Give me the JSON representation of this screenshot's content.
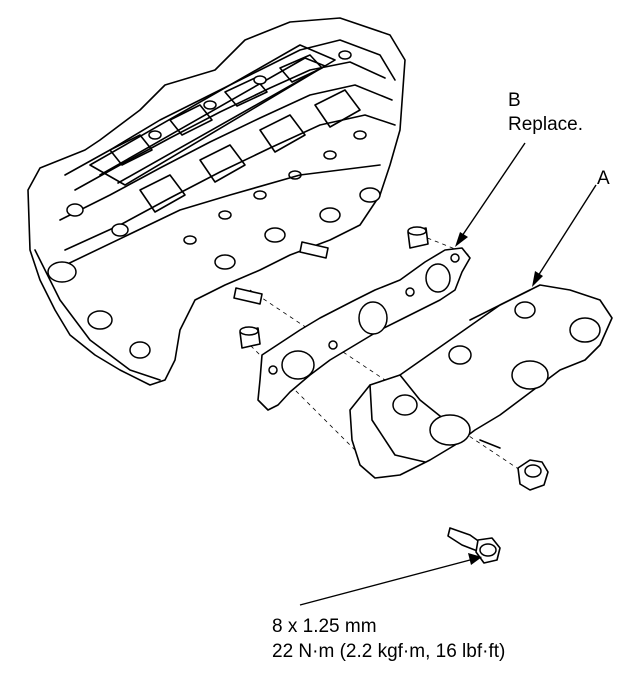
{
  "labels": {
    "part_b_letter": "B",
    "part_b_note": "Replace.",
    "part_a_letter": "A",
    "bolt_size": "8 x 1.25 mm",
    "bolt_torque": "22 N·m (2.2 kgf·m, 16 lbf·ft)"
  },
  "parts": {
    "cylinder_head": "cylinder-head",
    "gasket": "intake-manifold-gasket",
    "manifold": "intake-manifold",
    "bolt": "flange-bolt",
    "nut": "flange-nut",
    "dowels": "dowel-pins",
    "studs": "stud-bolts"
  }
}
